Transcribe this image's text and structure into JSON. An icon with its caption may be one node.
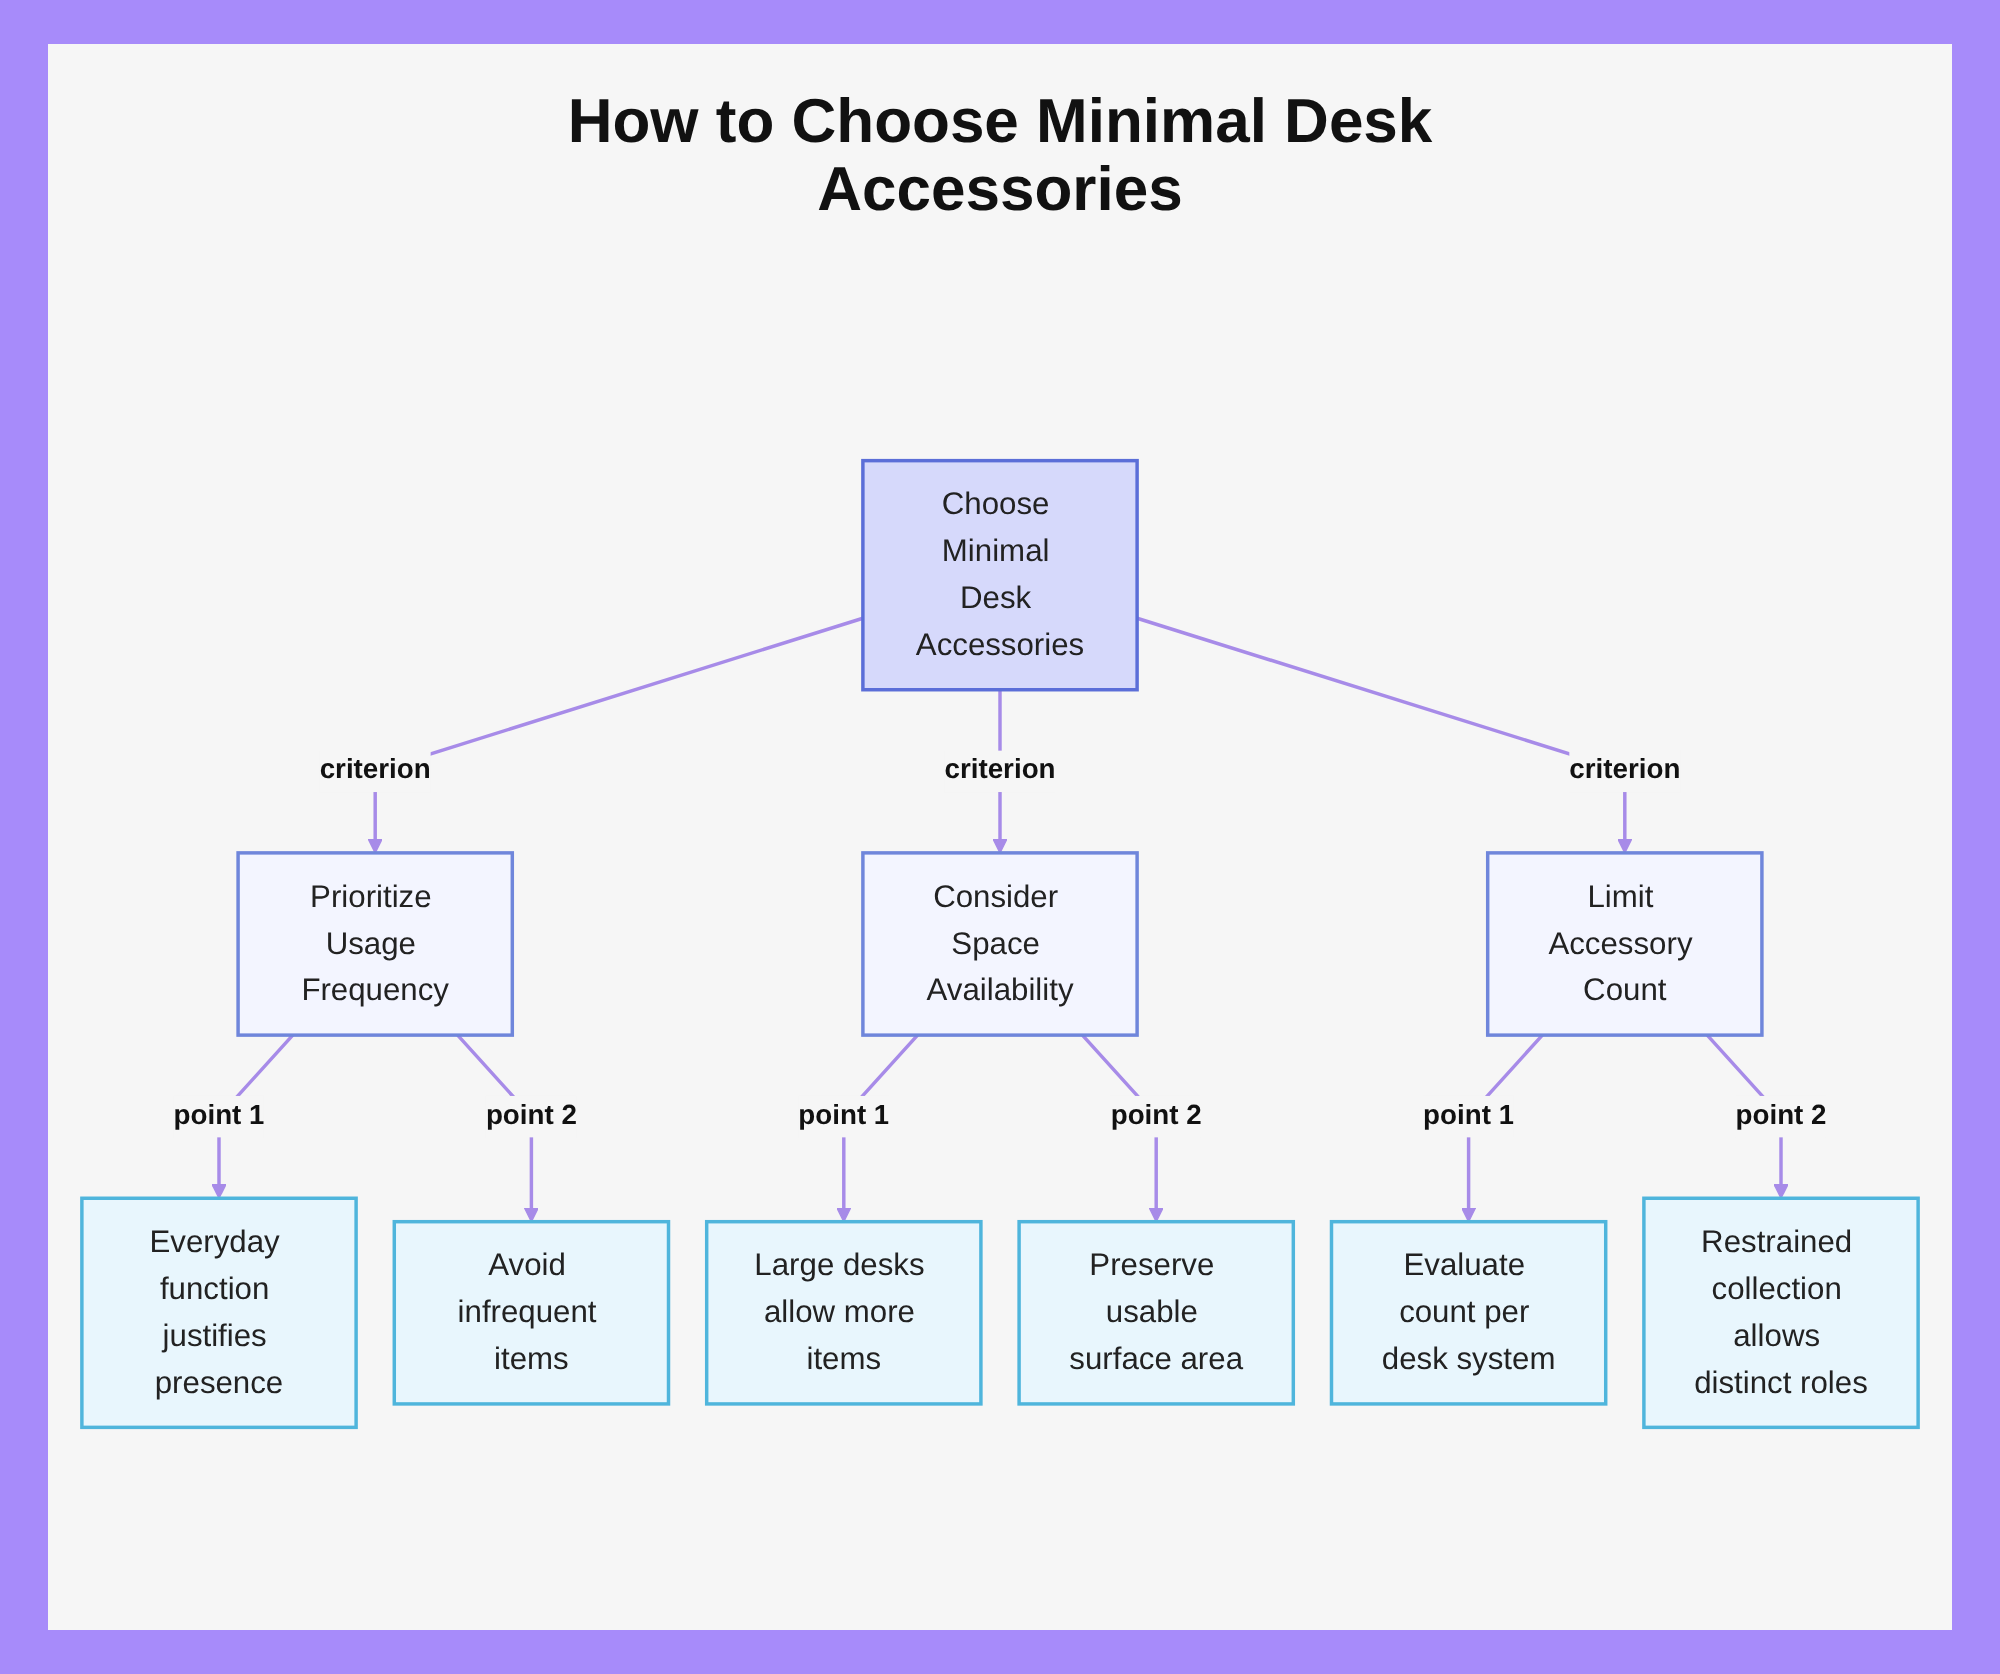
{
  "diagram": {
    "title": "How to Choose Minimal Desk Accessories",
    "nodes": [
      {
        "text": [
          "Choose Minimal Desk Accessories"
        ]
      },
      {
        "text": [
          "Prioritize Usage Frequency"
        ]
      },
      {
        "text": [
          "Everyday function justifies presence"
        ]
      },
      {
        "text": [
          "Avoid infrequent items"
        ]
      },
      {
        "text": [
          "Consider Space Availability"
        ]
      },
      {
        "text": [
          "Large desks allow more items"
        ]
      },
      {
        "text": [
          "Preserve usable surface area"
        ]
      },
      {
        "text": [
          "Limit Accessory Count"
        ]
      },
      {
        "text": [
          "Evaluate count per desk system"
        ]
      },
      {
        "text": [
          "Restrained collection allows distinct roles"
        ]
      }
    ],
    "edges": [
      {
        "from": 0,
        "to": 1,
        "arrow": "to",
        "label": "criterion"
      },
      {
        "from": 0,
        "to": 4,
        "arrow": "to",
        "label": "criterion"
      },
      {
        "from": 0,
        "to": 7,
        "arrow": "to",
        "label": "criterion"
      },
      {
        "from": 1,
        "to": 2,
        "arrow": "to",
        "label": "point 1"
      },
      {
        "from": 1,
        "to": 3,
        "arrow": "to",
        "label": "point 2"
      },
      {
        "from": 4,
        "to": 5,
        "arrow": "to",
        "label": "point 1"
      },
      {
        "from": 4,
        "to": 6,
        "arrow": "to",
        "label": "point 2"
      },
      {
        "from": 7,
        "to": 8,
        "arrow": "to",
        "label": "point 1"
      },
      {
        "from": 7,
        "to": 9,
        "arrow": "to",
        "label": "point 2"
      }
    ]
  }
}
